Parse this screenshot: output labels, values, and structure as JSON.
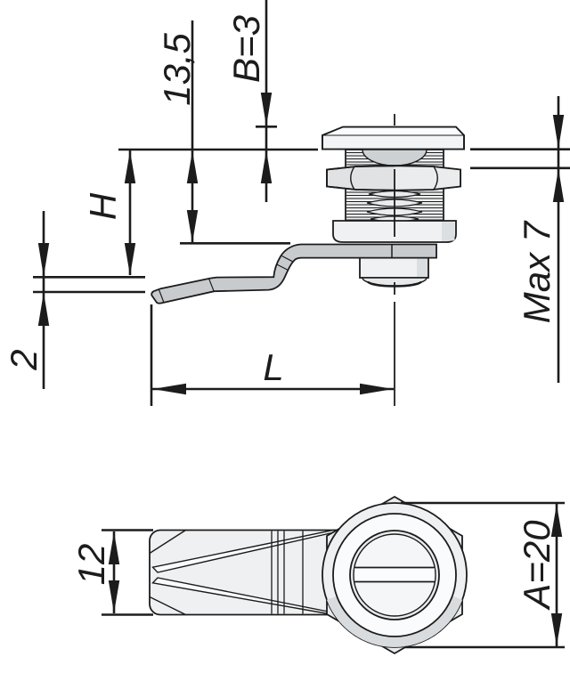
{
  "colors": {
    "line": "#1c1c1c",
    "fill_light": "#eff1f2",
    "fill_shaded": "#d9dcde",
    "fill_cam": "#c8cbce",
    "background": "#ffffff"
  },
  "side_view": {
    "dimensions": {
      "offset_13_5": "13,5",
      "head_b": "B=3",
      "height_h": "H",
      "grip_max": "Max 7",
      "cam_thickness": "2",
      "cam_length": "L"
    }
  },
  "top_view": {
    "dimensions": {
      "cam_width": "12",
      "head_diameter": "A=20"
    }
  }
}
